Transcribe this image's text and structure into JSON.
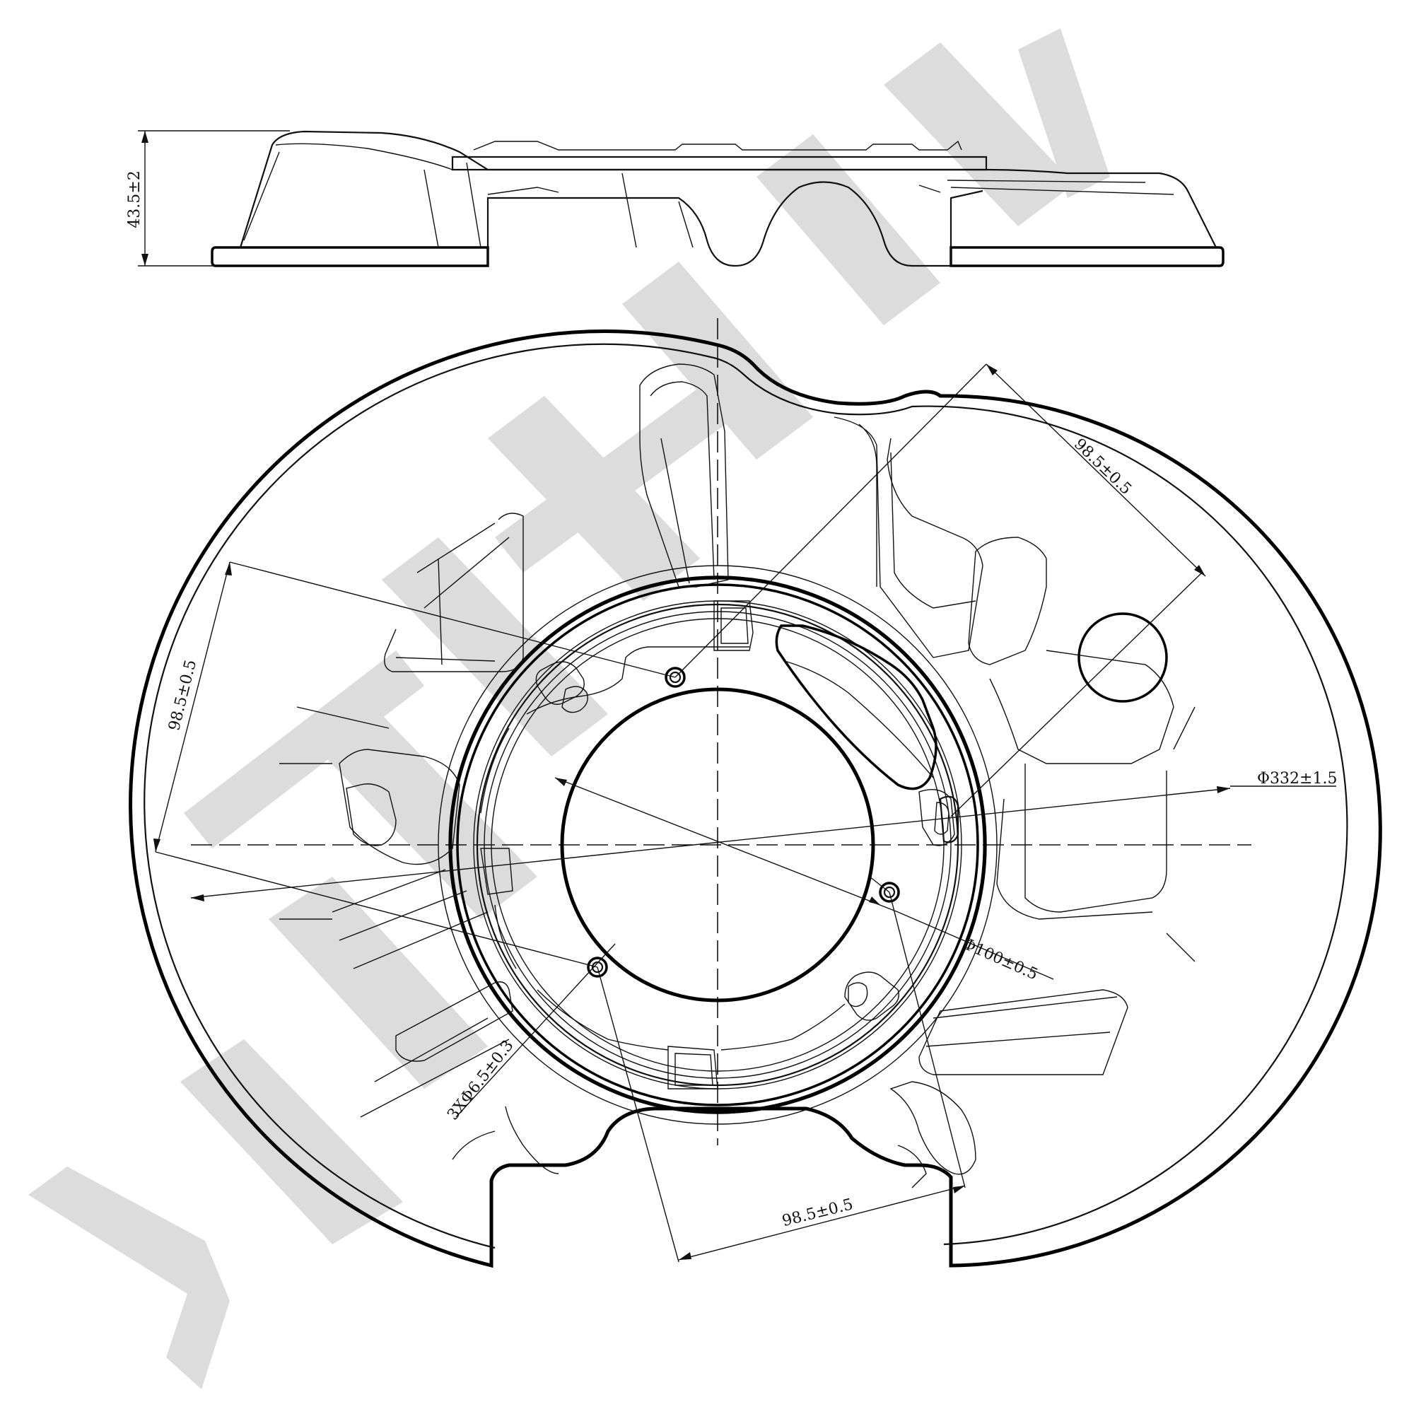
{
  "watermark": {
    "color": "#dcdcdc"
  },
  "dimensions": {
    "height": "43.5±2",
    "outer_diameter": "Φ332±1.5",
    "bolt_distance_top_right": "98.5±0.5",
    "bolt_distance_left": "98.5±0.5",
    "bolt_distance_bottom": "98.5±0.5",
    "center_bore": "Φ100±0.5",
    "bolt_holes": "3XΦ6.5±0.3"
  },
  "colors": {
    "line": "#111111",
    "watermark": "#dcdcdc",
    "background": "#ffffff"
  }
}
